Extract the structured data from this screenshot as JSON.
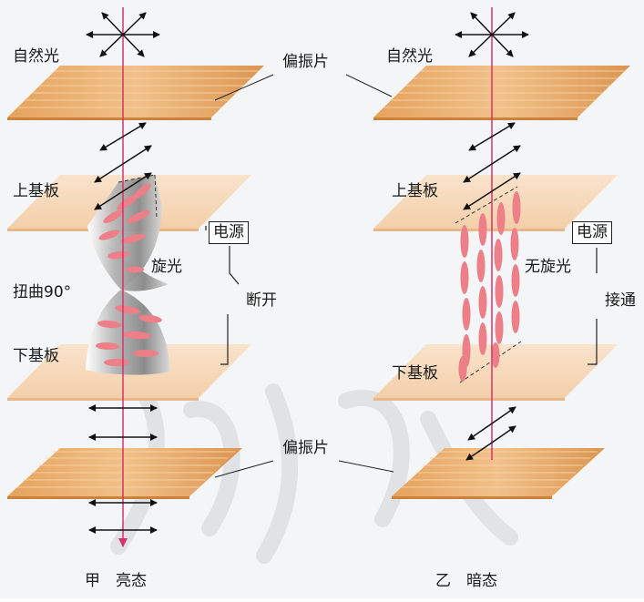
{
  "labels": {
    "natural_light": "自然光",
    "polarizer": "偏振片",
    "upper_substrate": "上基板",
    "lower_substrate": "下基板",
    "power": "电源",
    "twist": "扭曲90°",
    "rotated_light": "旋光",
    "no_rotation": "无旋光",
    "switch_off": "断开",
    "switch_on": "接通",
    "state_left": "甲　亮态",
    "state_right": "乙　暗态"
  },
  "watermark": "®",
  "colors": {
    "plate_light": "#f7dcc0",
    "plate_dark": "#e0a15f",
    "polarizer": "#dd9a52",
    "ray": "#d6336c",
    "molecule": "#ec7f88",
    "background": "#f4f5f6"
  }
}
